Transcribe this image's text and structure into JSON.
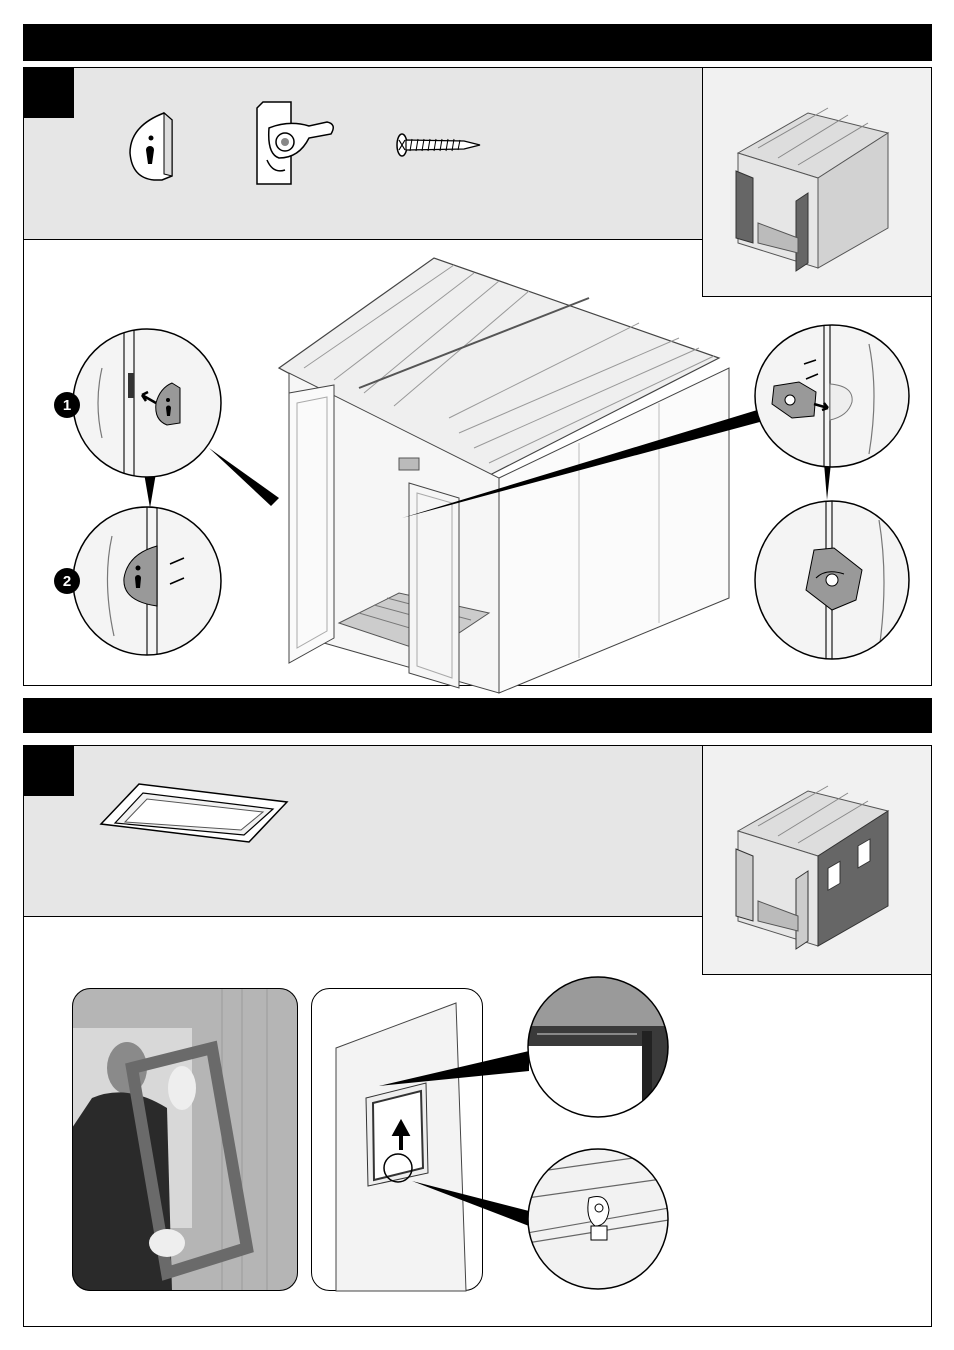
{
  "steps": [
    {
      "header_text": "",
      "parts": [
        {
          "name": "door-stop-bracket",
          "icon": "keyhole-plate-icon"
        },
        {
          "name": "door-latch",
          "icon": "latch-icon"
        },
        {
          "name": "screw",
          "icon": "screw-icon"
        }
      ],
      "callouts": [
        "1",
        "2"
      ]
    },
    {
      "header_text": "",
      "parts": [
        {
          "name": "window-frame",
          "icon": "window-frame-icon"
        }
      ]
    }
  ],
  "colors": {
    "header": "#000000",
    "parts_bg": "#e6e6e6",
    "thumb_bg": "#f1f1f1",
    "accent_gray": "#7a7a7a"
  }
}
